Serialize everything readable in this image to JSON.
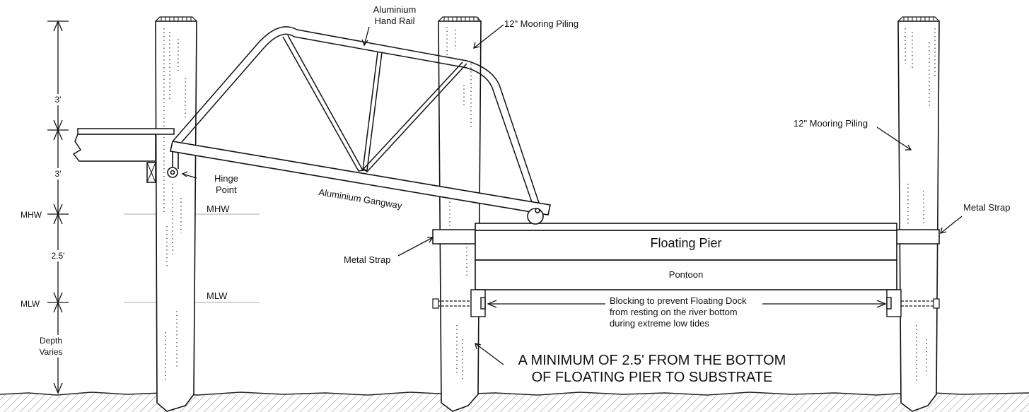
{
  "labels": {
    "handrail": [
      "Aluminium",
      "Hand Rail"
    ],
    "piling_top": "12\" Mooring Piling",
    "piling_right": "12\" Mooring Piling",
    "hinge": [
      "Hinge",
      "Point"
    ],
    "gangway": "Aluminium Gangway",
    "floating_pier": "Floating Pier",
    "pontoon": "Pontoon",
    "metal_strap_left": "Metal Strap",
    "metal_strap_right": "Metal Strap",
    "blocking": [
      "Blocking to prevent Floating Dock",
      "from resting on the river bottom",
      "during extreme low tides"
    ],
    "minimum": [
      "A MINIMUM OF 2.5' FROM THE BOTTOM",
      "OF FLOATING PIER TO SUBSTRATE"
    ],
    "mhw_line": "MHW",
    "mlw_line": "MLW"
  },
  "dimensions": {
    "d1": "3'",
    "d2": "3'",
    "mhw": "MHW",
    "d3": "2.5'",
    "mlw": "MLW",
    "depth": [
      "Depth",
      "Varies"
    ]
  },
  "colors": {
    "line": "#111111",
    "ground": "#888888",
    "guide": "#aaaaaa"
  }
}
